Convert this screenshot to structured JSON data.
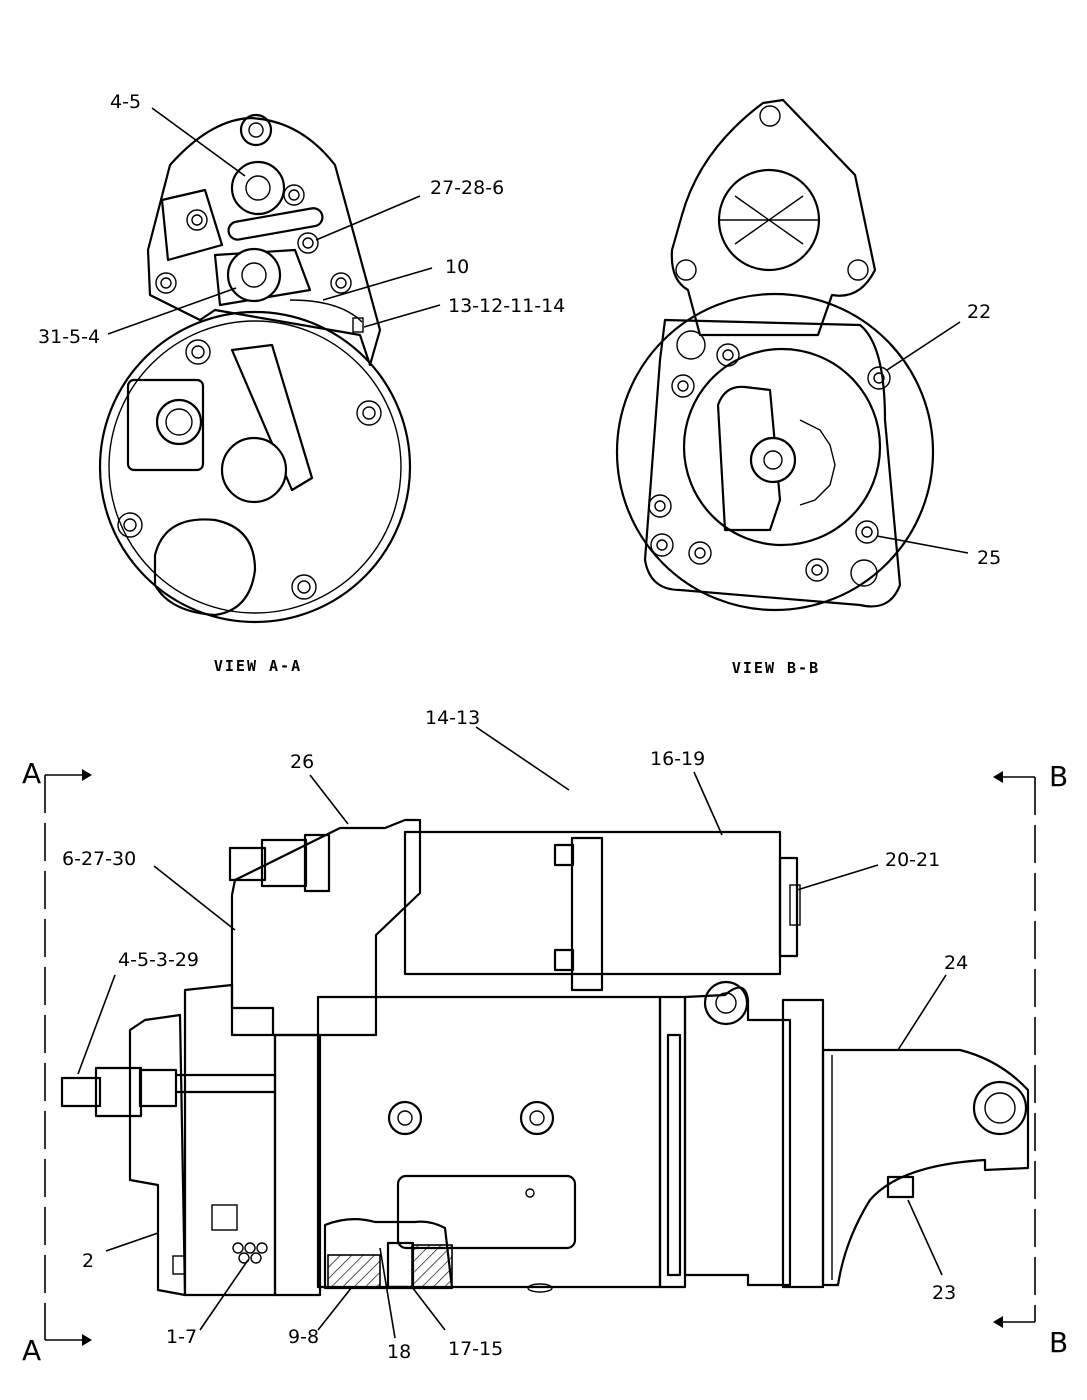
{
  "views": {
    "aa": "VIEW A-A",
    "bb": "VIEW B-B"
  },
  "section_marks": {
    "a_top": "A",
    "a_bottom": "A",
    "b_top": "B",
    "b_bottom": "B"
  },
  "callouts": {
    "c_4_5": "4-5",
    "c_27_28_6": "27-28-6",
    "c_10": "10",
    "c_13_12_11_14": "13-12-11-14",
    "c_31_5_4": "31-5-4",
    "c_22": "22",
    "c_25": "25",
    "c_14_13": "14-13",
    "c_26": "26",
    "c_16_19": "16-19",
    "c_6_27_30": "6-27-30",
    "c_20_21": "20-21",
    "c_4_5_3_29": "4-5-3-29",
    "c_24": "24",
    "c_2": "2",
    "c_23": "23",
    "c_1_7": "1-7",
    "c_9_8": "9-8",
    "c_18": "18",
    "c_17_15": "17-15"
  }
}
